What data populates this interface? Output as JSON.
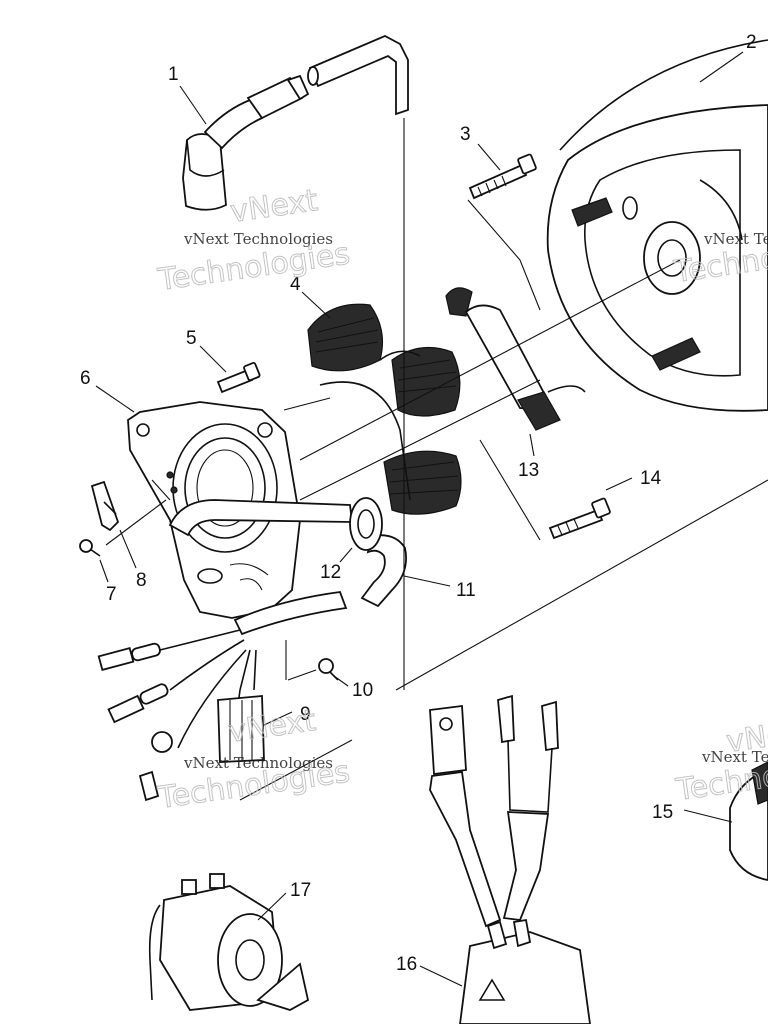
{
  "parts": [
    {
      "id": "1",
      "label": "1"
    },
    {
      "id": "2",
      "label": "2"
    },
    {
      "id": "3",
      "label": "3"
    },
    {
      "id": "4",
      "label": "4"
    },
    {
      "id": "5",
      "label": "5"
    },
    {
      "id": "6",
      "label": "6"
    },
    {
      "id": "7",
      "label": "7"
    },
    {
      "id": "8",
      "label": "8"
    },
    {
      "id": "9",
      "label": "9"
    },
    {
      "id": "10",
      "label": "10"
    },
    {
      "id": "11",
      "label": "11"
    },
    {
      "id": "12",
      "label": "12"
    },
    {
      "id": "13",
      "label": "13"
    },
    {
      "id": "14",
      "label": "14"
    },
    {
      "id": "15",
      "label": "15"
    },
    {
      "id": "16",
      "label": "16"
    },
    {
      "id": "17",
      "label": "17"
    }
  ],
  "watermark": {
    "line1": "vNext",
    "line2": "vNext Technologies",
    "line3": "Technologies"
  }
}
